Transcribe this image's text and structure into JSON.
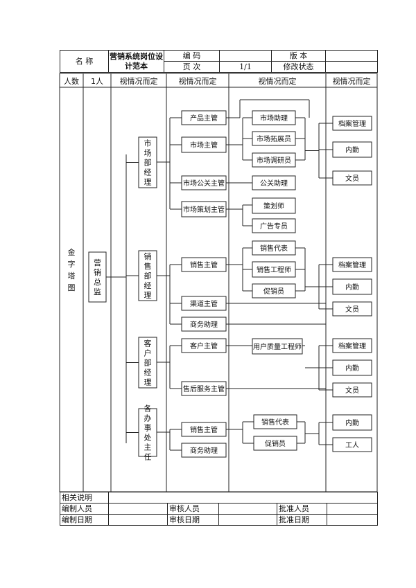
{
  "header": {
    "name_label": "名 称",
    "title": "营销系统岗位设计范本",
    "code_label": "编 码",
    "code_value": "",
    "version_label": "版 本",
    "version_value": "",
    "page_label": "页 次",
    "page_value": "1/1",
    "revision_label": "修改状态",
    "revision_value": ""
  },
  "headcount_row": {
    "label": "人数",
    "value": "1人",
    "cols": [
      "视情况而定",
      "视情况而定",
      "视情况而定",
      "视情况而定"
    ]
  },
  "pyramid_label": "金字塔图",
  "chart": {
    "top": "营销总监",
    "managers": [
      "市场部经理",
      "销售部经理",
      "客户部经理",
      "各办事处主任"
    ],
    "level2": [
      "产品主管",
      "市场主管",
      "市场公关主管",
      "市场策划主管",
      "销售主管",
      "渠道主管",
      "商务助理",
      "客户主管",
      "售后服务主管",
      "销售主管",
      "商务助理"
    ],
    "level3": [
      "市场助理",
      "市场拓展员",
      "市场调研员",
      "公关助理",
      "策划师",
      "广告专员",
      "销售代表",
      "销售工程师",
      "促销员",
      "用户质量工程师",
      "销售代表",
      "促销员"
    ],
    "level4": [
      "档案管理",
      "内勤",
      "文员",
      "档案管理",
      "内勤",
      "文员",
      "档案管理",
      "内勤",
      "文员",
      "内勤",
      "工人"
    ]
  },
  "footer": {
    "related_label": "相关说明",
    "related_value": "",
    "editor_label": "编制人员",
    "reviewer_label": "审核人员",
    "approver_label": "批准人员",
    "edit_date_label": "编制日期",
    "review_date_label": "审核日期",
    "approve_date_label": "批准日期"
  }
}
